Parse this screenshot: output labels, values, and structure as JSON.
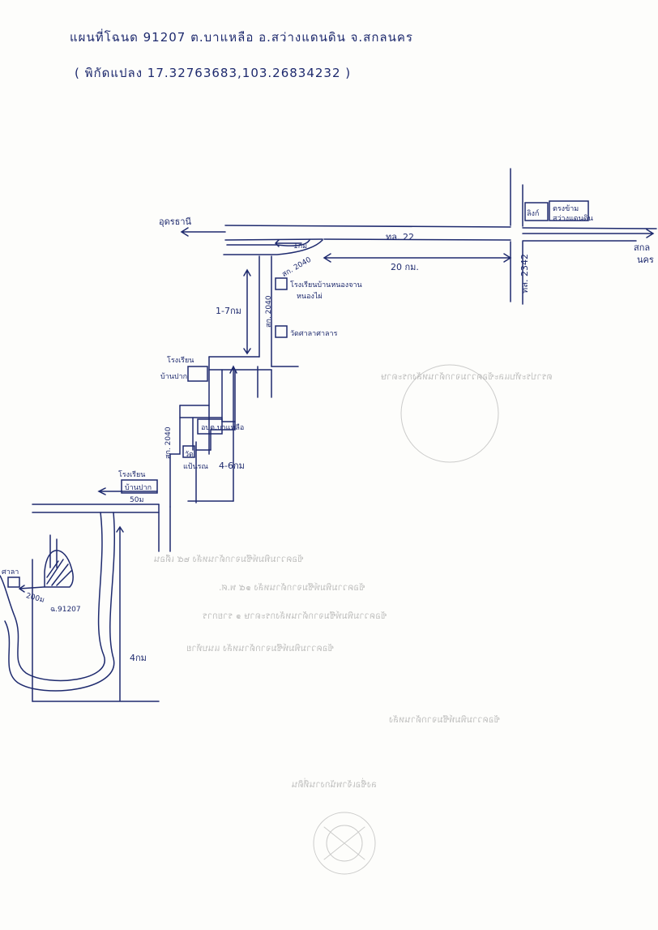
{
  "header": {
    "line1": "แผนที่โฉนด 91207  ต.บาแหลือ  อ.สว่างแดนดิน  จ.สกลนคร",
    "line2": "( พิกัดแปลง 17.32763683,103.26834232 )"
  },
  "map": {
    "dest_left": "อุดรธานี",
    "dest_right_1": "สกล",
    "dest_right_2": "นคร",
    "road_main": "ทล. 22",
    "road_side": "ทล. 2342",
    "office_1": "ลิงก์",
    "office_2": "ตรงข้าม",
    "office_3": "สว่างแดนดิน",
    "road_sk": "สก. 2040",
    "road_sk_2": "สก. 2040",
    "road_sk_3": "สก. 2040",
    "dist_20": "20 กม.",
    "dist_1_7": "1-7กม",
    "dist_4_6": "4-6กม",
    "dist_4": "4กม",
    "dist_50m": "50ม",
    "dist_200": "200ม",
    "small_dist": "1กม",
    "school_1": "โรงเรียนบ้านหนองจาน",
    "school_1b": "หนองไผ่",
    "temple_1": "วัดศาลาศาลาร",
    "school_2": "โรงเรียน",
    "school_2b": "บ้านปาก",
    "obt": "อบต.บาแหลือ",
    "temple_2": "วัด",
    "temple_2b": "แป้นรณ",
    "school_3": "โรงเรียน",
    "school_3b": "บ้านปาก",
    "sala": "ศาลา",
    "parcel": "ฉ.91207"
  },
  "bleed_through": [
    "ตราประทับและข้อความจากด้านหลังกระดาษ",
    "ข้อความพิมพ์ซึมจากด้านหลัง ๒๕ เดือน",
    "ข้อความพิมพ์ซึมจากด้านหลัง ๑๕ พ.ศ.",
    "ข้อความพิมพ์ซึมจากด้านหลังกระดาษ ๑ รายการ",
    "ข้อความพิมพ์ซึมจากด้านหลัง แนบท้าย",
    "ข้อความพิมพ์ซึมจากด้านหลัง",
    "ลงชื่อเจ้าพนักงานที่ดิน"
  ],
  "colors": {
    "ink": "#1e2a6e",
    "paper": "#fdfdfb",
    "bleed": "#8e8e8e"
  }
}
